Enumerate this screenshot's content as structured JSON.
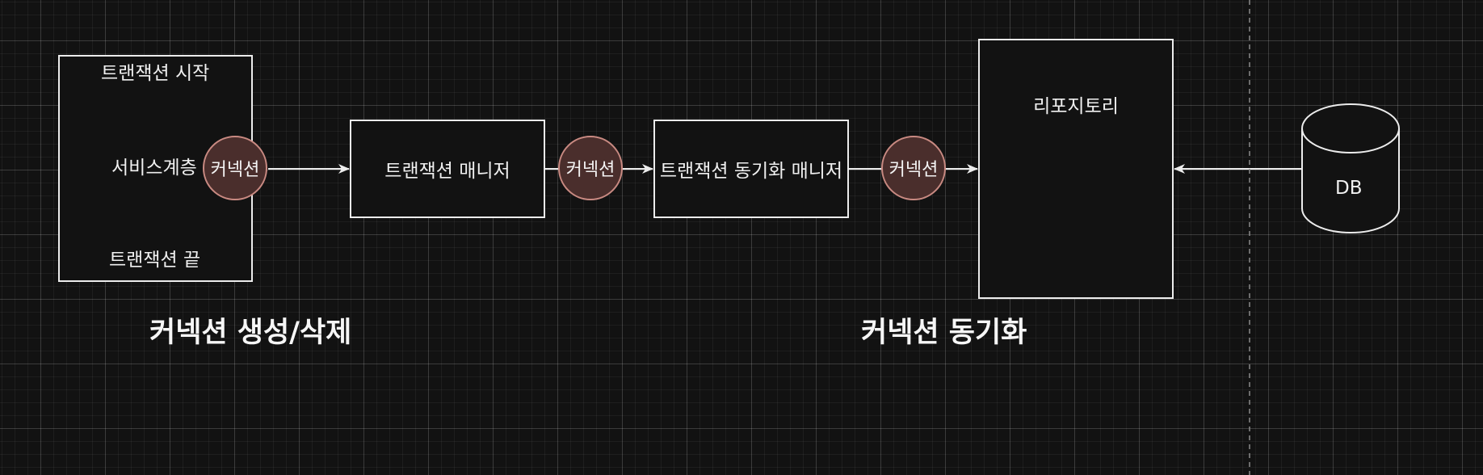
{
  "service_layer": {
    "top_label": "트랜잭션 시작",
    "label": "서비스계층",
    "bottom_label": "트랜잭션 끝"
  },
  "transaction_manager": {
    "label": "트랜잭션 매니저"
  },
  "sync_manager": {
    "label": "트랜잭션 동기화 매니저"
  },
  "repository": {
    "label": "리포지토리"
  },
  "database": {
    "label": "DB"
  },
  "connections": [
    {
      "label": "커넥션"
    },
    {
      "label": "커넥션"
    },
    {
      "label": "커넥션"
    }
  ],
  "captions": {
    "create_delete": "커넥션 생성/삭제",
    "sync": "커넥션 동기화"
  },
  "colors": {
    "background": "#121212",
    "line": "#ececec",
    "connection_fill": "#4a2e2c",
    "connection_border": "#c98a82"
  }
}
